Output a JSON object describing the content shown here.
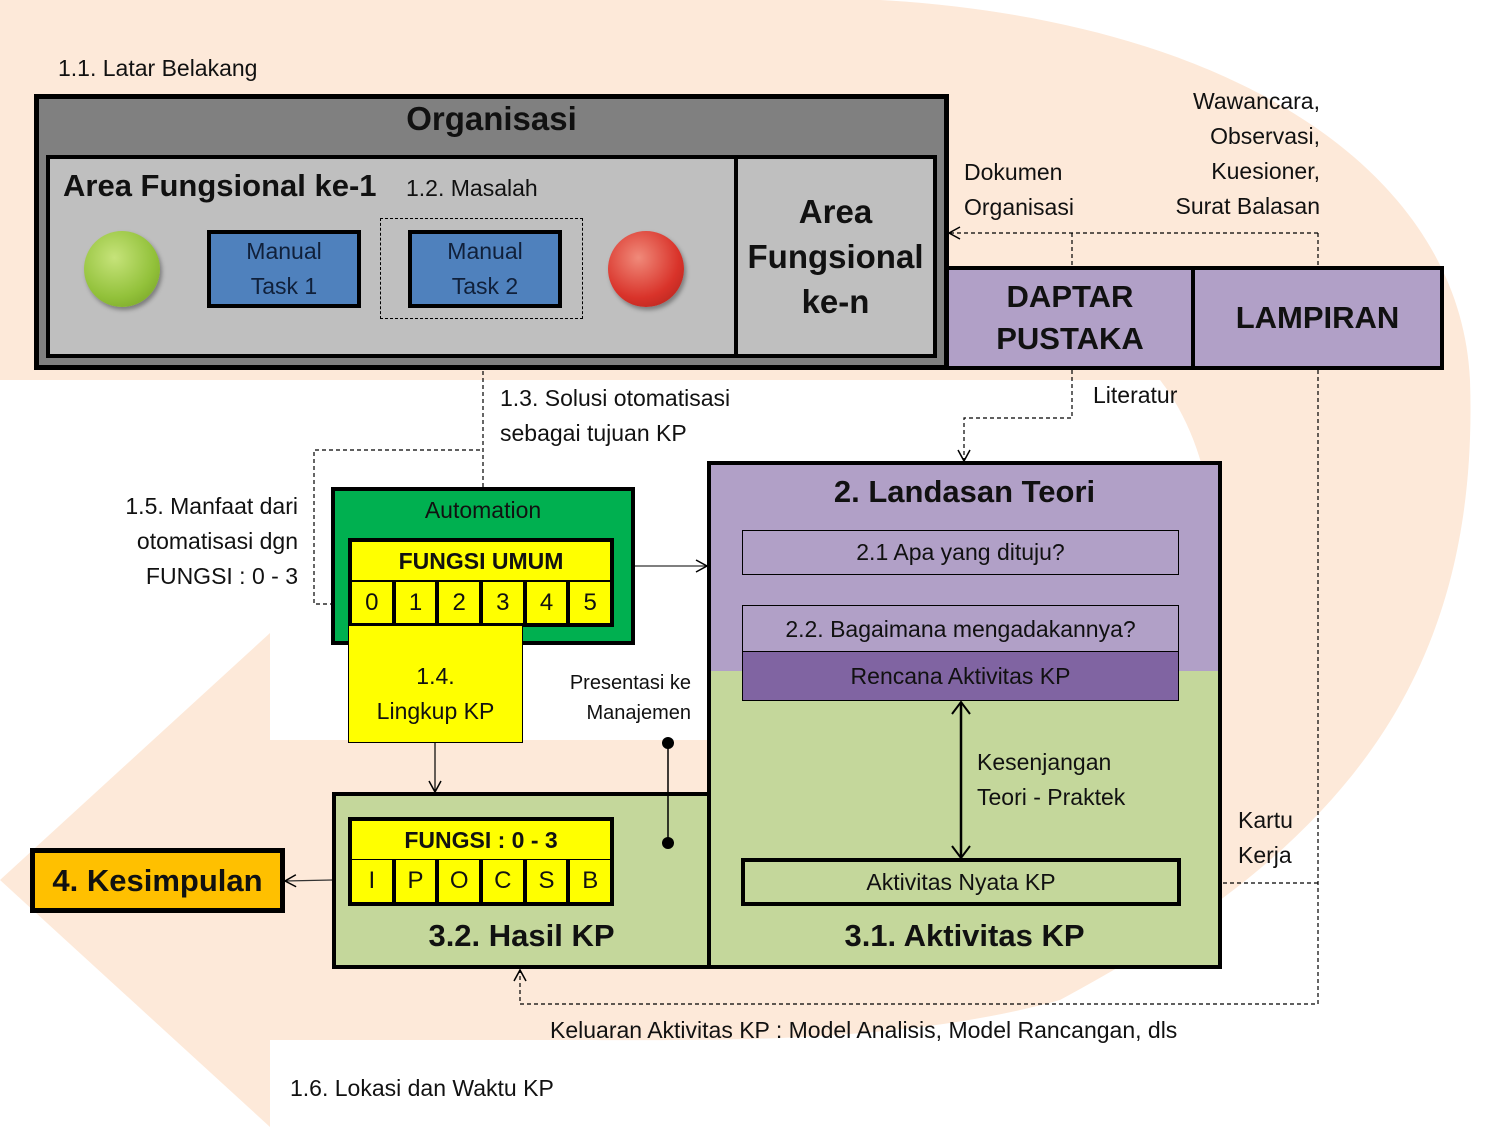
{
  "background": {
    "arrow_color": "#fde9d9"
  },
  "colors": {
    "organisasi": "#808080",
    "area": "#bfbfbf",
    "task": "#4f81bd",
    "purple": "#b1a0c7",
    "purple_dark": "#8064a2",
    "green_box": "#c4d79b",
    "automation": "#00b050",
    "yellow": "#ffff00",
    "kesimpulan": "#ffc000",
    "start_event": "#92c13a",
    "end_event": "#d9332a"
  },
  "labels": {
    "latar_belakang": "1.1. Latar Belakang",
    "masalah": "1.2. Masalah",
    "solusi_line1": "1.3. Solusi otomatisasi",
    "solusi_line2": "sebagai tujuan KP",
    "manfaat_line1": "1.5. Manfaat dari",
    "manfaat_line2": "otomatisasi dgn",
    "manfaat_line3": "FUNGSI : 0 - 3",
    "lokasi": "1.6. Lokasi dan Waktu KP",
    "dokumen_line1": "Dokumen",
    "dokumen_line2": "Organisasi",
    "wawancara_line1": "Wawancara,",
    "wawancara_line2": "Observasi,",
    "wawancara_line3": "Kuesioner,",
    "wawancara_line4": "Surat Balasan",
    "literatur": "Literatur",
    "presentasi_line1": "Presentasi ke",
    "presentasi_line2": "Manajemen",
    "kesenjangan_line1": "Kesenjangan",
    "kesenjangan_line2": "Teori - Praktek",
    "kartu_line1": "Kartu",
    "kartu_line2": "Kerja",
    "keluaran": "Keluaran Aktivitas KP : Model Analisis, Model Rancangan, dls"
  },
  "organisasi": {
    "title": "Organisasi",
    "area1_title": "Area Fungsional ke-1",
    "arean_line1": "Area",
    "arean_line2": "Fungsional",
    "arean_line3": "ke-n",
    "task1_line1": "Manual",
    "task1_line2": "Task 1",
    "task2_line1": "Manual",
    "task2_line2": "Task 2"
  },
  "references": {
    "daptar_line1": "DAPTAR",
    "daptar_line2": "PUSTAKA",
    "lampiran": "LAMPIRAN"
  },
  "landasan": {
    "title": "2. Landasan Teori",
    "q21": "2.1 Apa yang dituju?",
    "q22": "2.2. Bagaimana mengadakannya?",
    "rencana": "Rencana Aktivitas KP"
  },
  "aktivitas": {
    "title": "3.1. Aktivitas KP",
    "nyata": "Aktivitas Nyata KP"
  },
  "automation": {
    "title": "Automation",
    "fungsi_umum": "FUNGSI UMUM",
    "cells": [
      "0",
      "1",
      "2",
      "3",
      "4",
      "5"
    ]
  },
  "lingkup": {
    "line1": "1.4.",
    "line2": "Lingkup KP"
  },
  "hasil": {
    "title": "3.2. Hasil KP",
    "fungsi": "FUNGSI : 0 - 3",
    "cells": [
      "I",
      "P",
      "O",
      "C",
      "S",
      "B"
    ]
  },
  "kesimpulan": "4. Kesimpulan"
}
